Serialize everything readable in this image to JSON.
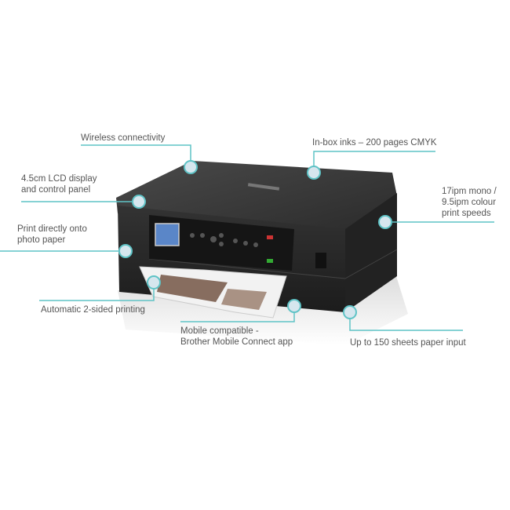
{
  "accent_color": "#5fc3c6",
  "dot_color": "#d6e6ee",
  "callouts": {
    "wireless": "Wireless connectivity",
    "inks": "In-box inks – 200 pages CMYK",
    "lcd_line1": "4.5cm LCD display",
    "lcd_line2": "and control panel",
    "speed_line1": "17ipm mono /",
    "speed_line2": "9.5ipm colour",
    "speed_line3": "print speeds",
    "photo_line1": "Print directly onto",
    "photo_line2": "photo paper",
    "duplex": "Automatic 2-sided printing",
    "mobile_line1": "Mobile compatible -",
    "mobile_line2": "Brother Mobile Connect app",
    "paper_input": "Up to 150 sheets paper input"
  }
}
